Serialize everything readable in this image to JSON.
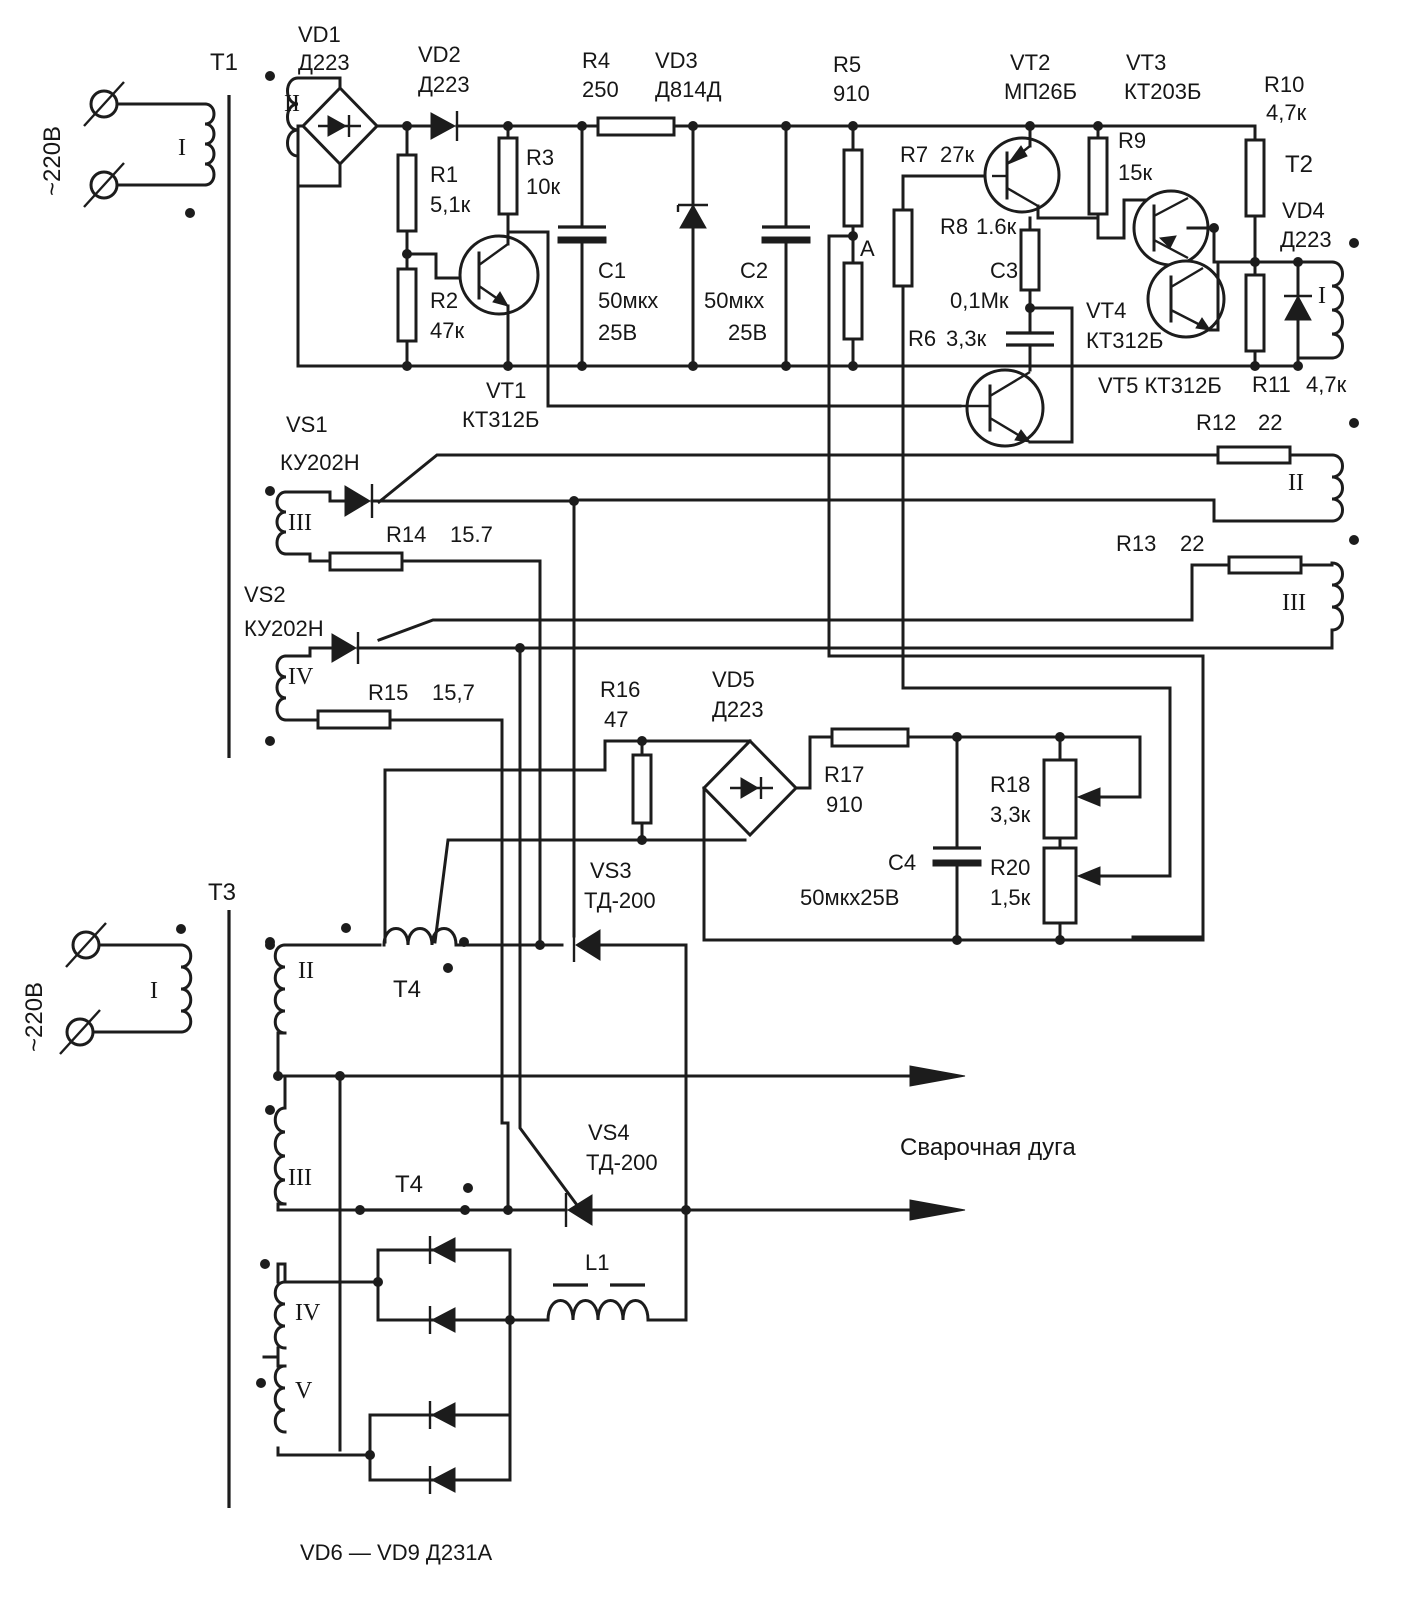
{
  "mains": {
    "t1": "~220В",
    "t3": "~220В"
  },
  "transformers": {
    "t1": "T1",
    "t2": "T2",
    "t3": "T3",
    "t4a": "T4",
    "t4b": "T4"
  },
  "windings": {
    "t1_I": "I",
    "t1_II": "II",
    "t1_III": "III",
    "t1_IV": "IV",
    "t2_I": "I",
    "t2_II": "II",
    "t2_III": "III",
    "t3_I": "I",
    "t3_II": "II",
    "t3_III": "III",
    "t3_IV": "IV",
    "t3_V": "V"
  },
  "parts": {
    "vd1": {
      "ref": "VD1",
      "val": "Д223"
    },
    "vd2": {
      "ref": "VD2",
      "val": "Д223"
    },
    "r4": {
      "ref": "R4",
      "val": "250"
    },
    "vd3": {
      "ref": "VD3",
      "val": "Д814Д"
    },
    "r5": {
      "ref": "R5",
      "val": "910"
    },
    "vt2": {
      "ref": "VT2",
      "val": "МП26Б"
    },
    "vt3": {
      "ref": "VT3",
      "val": "КТ203Б"
    },
    "r10": {
      "ref": "R10",
      "val": "4,7к"
    },
    "r1": {
      "ref": "R1",
      "val": "5,1к"
    },
    "r3": {
      "ref": "R3",
      "val": "10к"
    },
    "r2": {
      "ref": "R2",
      "val": "47к"
    },
    "c1": {
      "ref": "C1",
      "val": "50мкх",
      "val2": "25В"
    },
    "c2": {
      "ref": "C2",
      "val": "50мкх",
      "val2": "25В"
    },
    "vt1": {
      "ref": "VT1",
      "val": "КТ312Б"
    },
    "r7": {
      "ref": "R7",
      "val": "27к"
    },
    "r9": {
      "ref": "R9",
      "val": "15к"
    },
    "r8": {
      "ref": "R8",
      "val": "1.6к"
    },
    "c3": {
      "ref": "C3",
      "val": "0,1Мк"
    },
    "r6": {
      "ref": "R6",
      "val": "3,3к"
    },
    "vt4": {
      "ref": "VT4",
      "val": "КТ312Б"
    },
    "vt5": {
      "text": "VT5 КТ312Б"
    },
    "vd4": {
      "ref": "VD4",
      "val": "Д223"
    },
    "r11": {
      "ref": "R11",
      "val": "4,7к"
    },
    "point_a": "A",
    "vs1": {
      "ref": "VS1",
      "val": "КУ202Н"
    },
    "vs2": {
      "ref": "VS2",
      "val": "КУ202Н"
    },
    "r12": {
      "ref": "R12",
      "val": "22"
    },
    "r13": {
      "ref": "R13",
      "val": "22"
    },
    "r14": {
      "ref": "R14",
      "val": "15.7"
    },
    "r15": {
      "ref": "R15",
      "val": "15,7"
    },
    "r16": {
      "ref": "R16",
      "val": "47"
    },
    "vd5": {
      "ref": "VD5",
      "val": "Д223"
    },
    "r17": {
      "ref": "R17",
      "val": "910"
    },
    "r18": {
      "ref": "R18",
      "val": "3,3к"
    },
    "r20": {
      "ref": "R20",
      "val": "1,5к"
    },
    "c4": {
      "ref": "C4",
      "val": "50мкх25В"
    },
    "vs3": {
      "ref": "VS3",
      "val": "ТД-200"
    },
    "vs4": {
      "ref": "VS4",
      "val": "ТД-200"
    },
    "l1": {
      "ref": "L1"
    },
    "vd6_9": {
      "text": "VD6 — VD9  Д231А"
    }
  },
  "output": {
    "label": "Сварочная дуга"
  }
}
